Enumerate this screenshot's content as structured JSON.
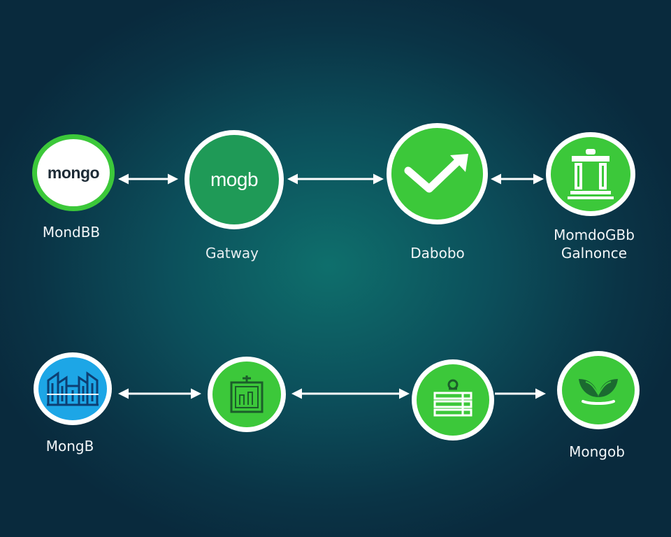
{
  "diagram": {
    "top_row": [
      {
        "id": "n1",
        "logo_text": "mongo",
        "label": "MondBB",
        "icon": "mongo-wordmark"
      },
      {
        "id": "n2",
        "logo_text": "mogb",
        "label": "Gatway",
        "icon": "mogb-wordmark"
      },
      {
        "id": "n3",
        "logo_text": "",
        "label": "Dabobo",
        "icon": "checkmark-arrow-icon"
      },
      {
        "id": "n4",
        "logo_text": "",
        "label": "MomdoGBb\nGalnonce",
        "icon": "building-columns-icon"
      }
    ],
    "bottom_row": [
      {
        "id": "n5",
        "logo_text": "",
        "label": "MongB",
        "icon": "city-buildings-icon"
      },
      {
        "id": "n6",
        "logo_text": "",
        "label": "",
        "icon": "document-frame-icon"
      },
      {
        "id": "n7",
        "logo_text": "",
        "label": "",
        "icon": "server-stack-icon"
      },
      {
        "id": "n8",
        "logo_text": "",
        "label": "Mongob",
        "icon": "leaf-icon"
      }
    ],
    "connections": [
      {
        "from": "n1",
        "to": "n2",
        "style": "bidirectional"
      },
      {
        "from": "n2",
        "to": "n3",
        "style": "bidirectional"
      },
      {
        "from": "n3",
        "to": "n4",
        "style": "bidirectional"
      },
      {
        "from": "n5",
        "to": "n6",
        "style": "bidirectional"
      },
      {
        "from": "n6",
        "to": "n7",
        "style": "bidirectional"
      },
      {
        "from": "n7",
        "to": "n8",
        "style": "forward"
      }
    ]
  },
  "colors": {
    "background_dark": "#092a3d",
    "background_glow": "#0e6f6c",
    "green_bright": "#3cc83a",
    "green_dark": "#1f9a57",
    "blue": "#1da6e6",
    "white": "#ffffff"
  }
}
